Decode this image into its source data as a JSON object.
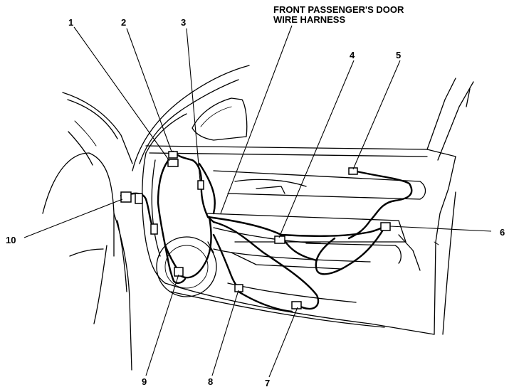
{
  "title": {
    "line1": "FRONT PASSENGER'S DOOR",
    "line2": "WIRE HARNESS"
  },
  "callouts": [
    {
      "id": "1",
      "label": "1"
    },
    {
      "id": "2",
      "label": "2"
    },
    {
      "id": "3",
      "label": "3"
    },
    {
      "id": "4",
      "label": "4"
    },
    {
      "id": "5",
      "label": "5"
    },
    {
      "id": "6",
      "label": "6"
    },
    {
      "id": "7",
      "label": "7"
    },
    {
      "id": "8",
      "label": "8"
    },
    {
      "id": "9",
      "label": "9"
    },
    {
      "id": "10",
      "label": "10"
    }
  ]
}
